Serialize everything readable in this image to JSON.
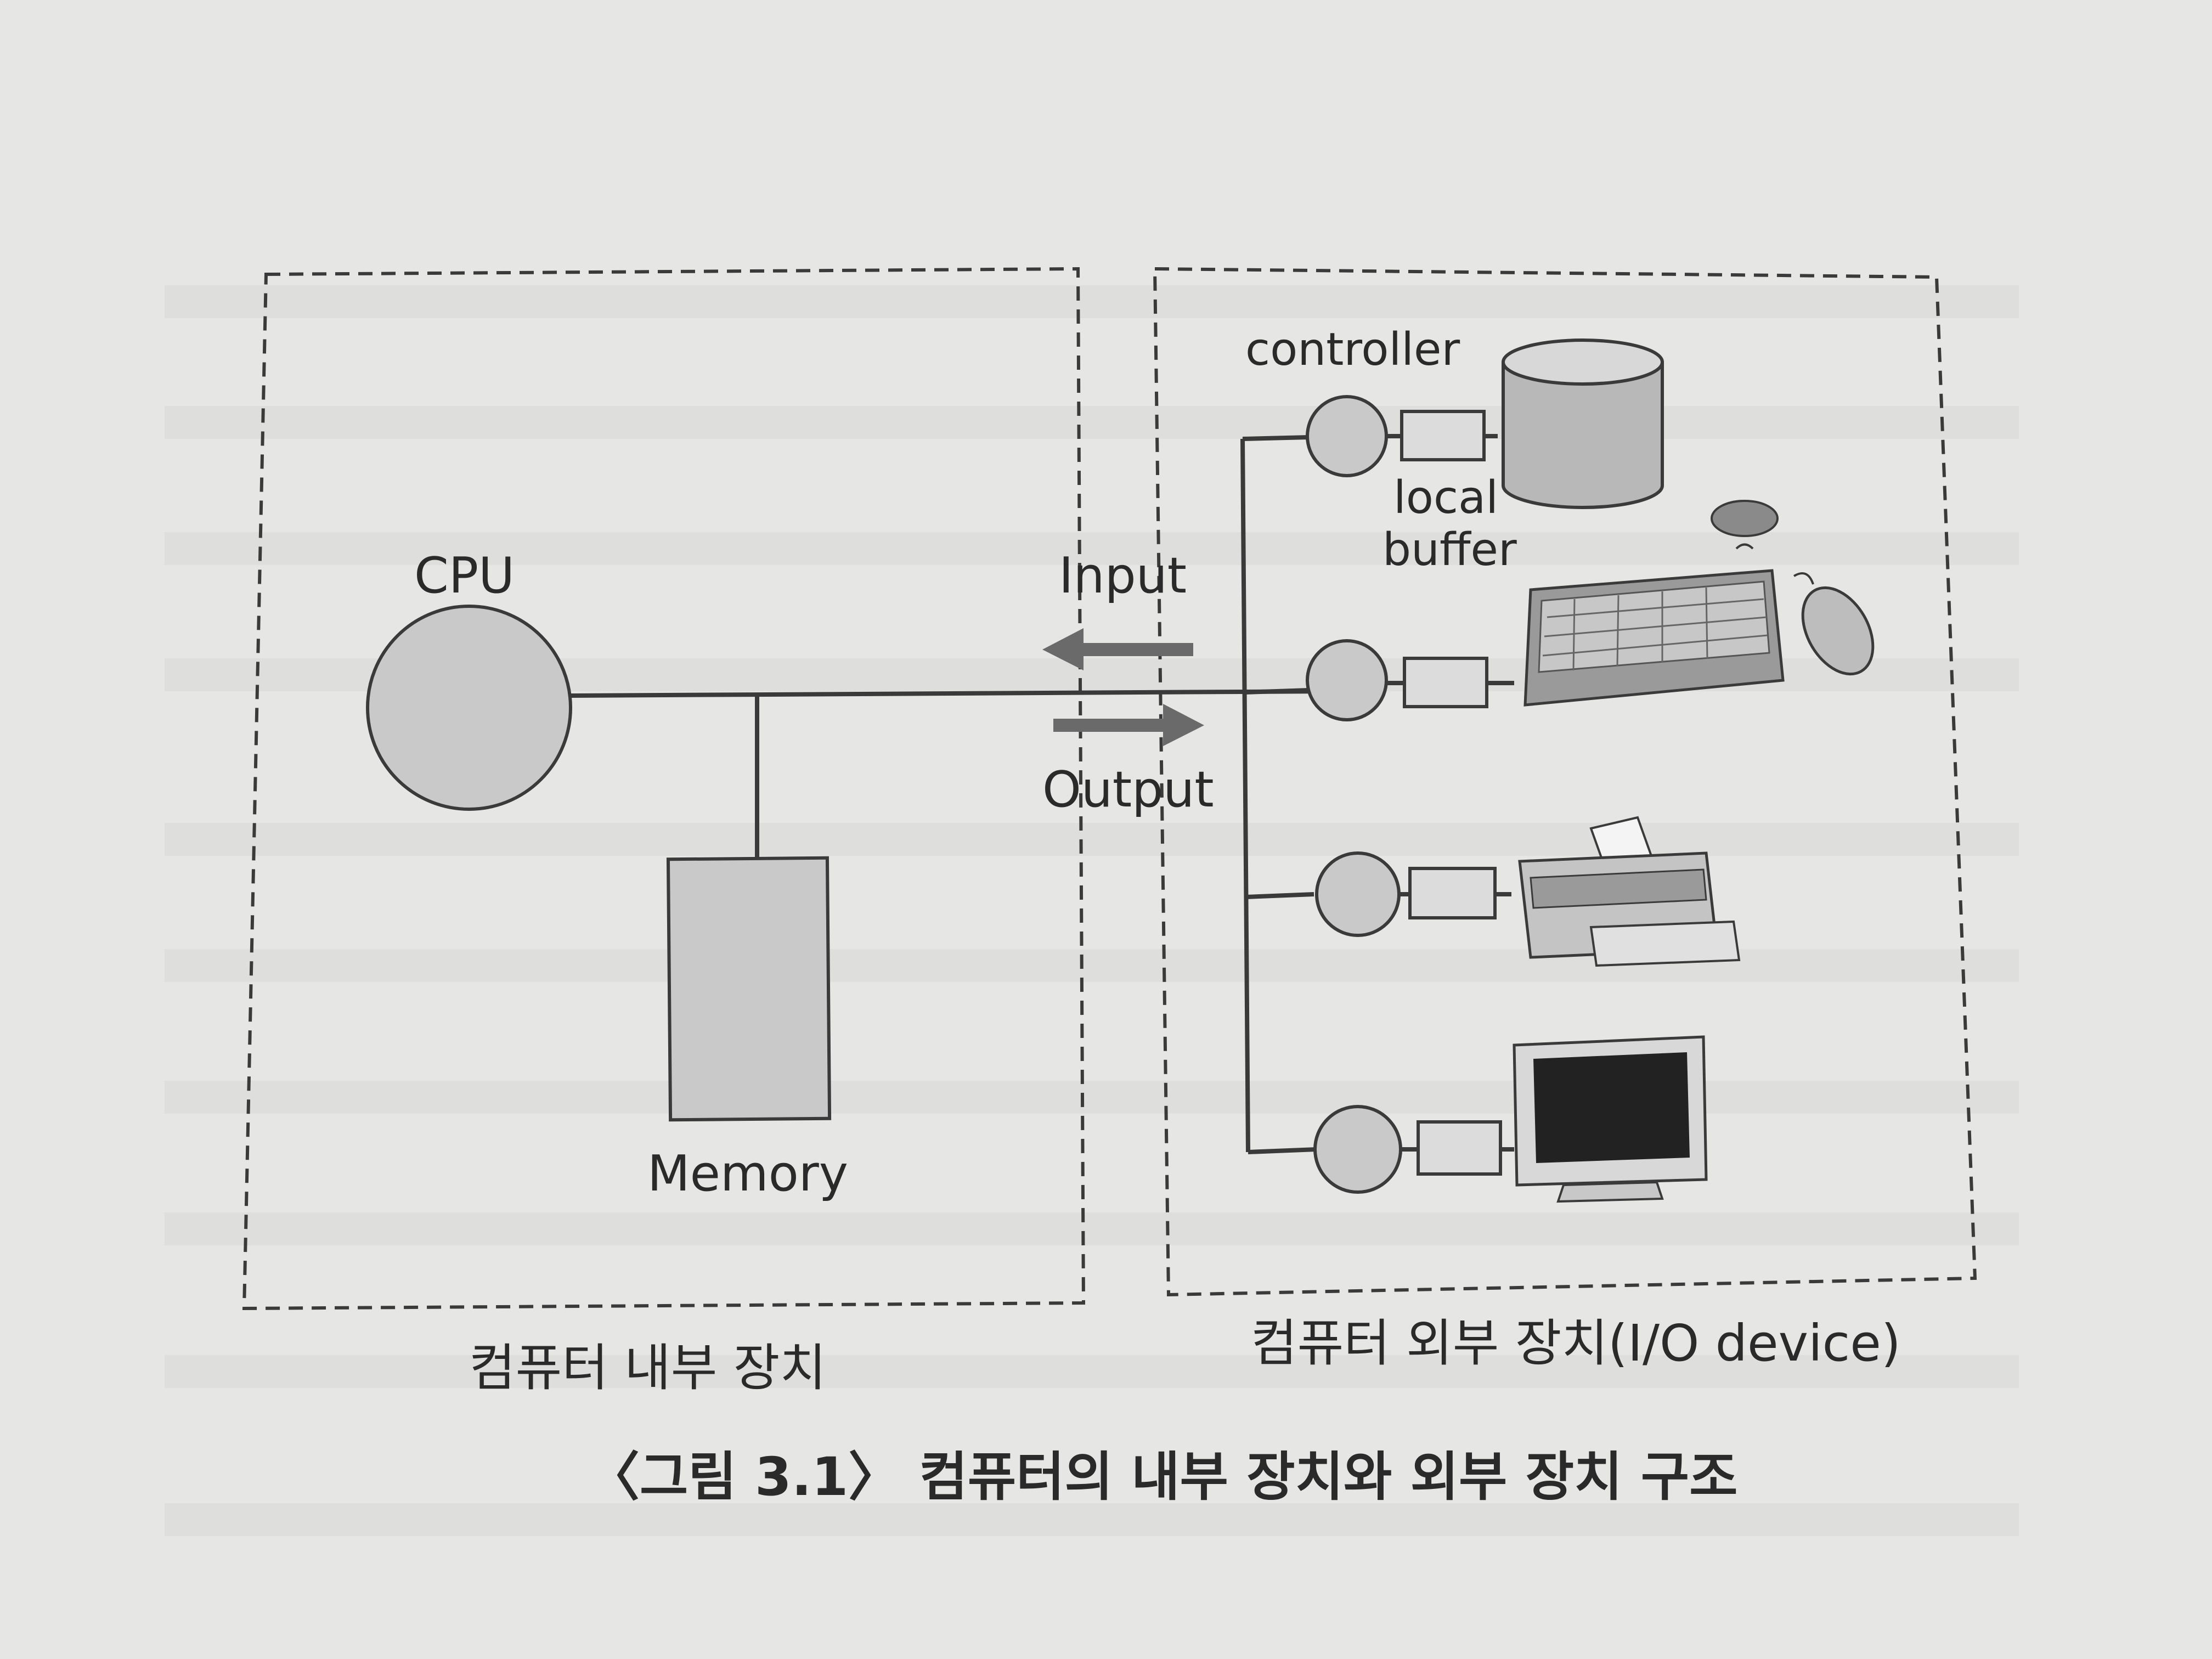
{
  "figure": {
    "caption": "〈그림 3.1〉 컴퓨터의 내부 장치와 외부 장치 구조",
    "internal": {
      "label": "컴퓨터 내부 장치",
      "cpu_label": "CPU",
      "memory_label": "Memory"
    },
    "io": {
      "input_label": "Input",
      "output_label": "Output"
    },
    "external": {
      "label": "컴퓨터 외부 장치(I/O device)",
      "controller_label": "controller",
      "buffer_label_line1": "local",
      "buffer_label_line2": "buffer",
      "devices": [
        {
          "name": "disk",
          "icon": "disk-storage-icon"
        },
        {
          "name": "keyboard-mouse",
          "icon": "keyboard-mouse-icon"
        },
        {
          "name": "printer",
          "icon": "printer-icon"
        },
        {
          "name": "monitor",
          "icon": "monitor-icon"
        }
      ]
    }
  },
  "colors": {
    "paper": "#e6e6e4",
    "ink": "#2a2a2a",
    "node_fill": "#c9c9c9",
    "arrow_fill": "#6a6a6a"
  }
}
